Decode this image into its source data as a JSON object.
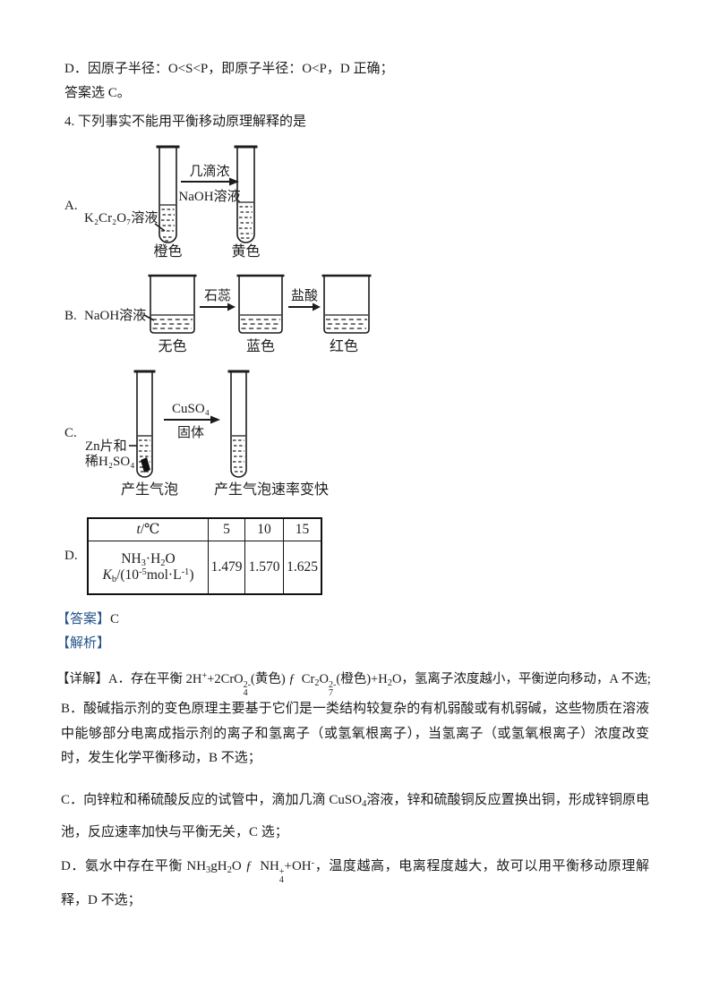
{
  "intro": {
    "line_d": "D．因原子半径：O<S<P，即原子半径：O<P，D 正确；",
    "line_answer": "答案选 C。",
    "question": "4. 下列事实不能用平衡移动原理解释的是"
  },
  "optionA": {
    "label": "A.",
    "reagent": "K₂Cr₂O₇溶液",
    "arrow_top": "几滴浓",
    "arrow_bottom": "NaOH溶液",
    "cap1": "橙色",
    "cap2": "黄色"
  },
  "optionB": {
    "label": "B.",
    "reagent": "NaOH溶液",
    "arrow1": "石蕊",
    "arrow2": "盐酸",
    "cap1": "无色",
    "cap2": "蓝色",
    "cap3": "红色"
  },
  "optionC": {
    "label": "C.",
    "reagent1": "Zn片和",
    "reagent2": "稀H₂SO₄",
    "arrow_top": "CuSO₄",
    "arrow_bottom": "固体",
    "cap1": "产生气泡",
    "cap2": "产生气泡速率变快"
  },
  "optionD": {
    "label": "D.",
    "table": {
      "header_label_html": "<i>t</i>/℃",
      "h1": "5",
      "h2": "10",
      "h3": "15",
      "row_label_html": "NH<sub>3</sub>·H<sub>2</sub>O<br><i>K</i><sub>b</sub>/(10<sup>-5</sup>mol·L<sup>-1</sup>)",
      "v1": "1.479",
      "v2": "1.570",
      "v3": "1.625"
    }
  },
  "answer": {
    "label": "【答案】",
    "value": "C"
  },
  "analysis": {
    "label": "【解析】"
  },
  "detail": {
    "label": "【详解】",
    "a_html": "A．存在平衡 2H<sup>+</sup>+2CrO<span class=\"ss\"><span>2-</span><span>4</span></span>(黄色) <i>ƒ</i>&nbsp; Cr<sub>2</sub>O<span class=\"ss\"><span>2-</span><span>7</span></span>(橙色)+H<sub>2</sub>O，氢离子浓度越小，平衡逆向移动，A 不选;",
    "b": "B．酸碱指示剂的变色原理主要基于它们是一类结构较复杂的有机弱酸或有机弱碱，这些物质在溶液中能够部分电离成指示剂的离子和氢离子（或氢氧根离子），当氢离子（或氢氧根离子）浓度改变时，发生化学平衡移动，B 不选；",
    "c_html": "C．向锌粒和稀硫酸反应的试管中，滴加几滴 CuSO<sub>4</sub>溶液，锌和硫酸铜反应置换出铜，形成锌铜原电池，反应速率加快与平衡无关，C 选；",
    "d_html": "D．氨水中存在平衡 NH<sub>3</sub>gH<sub>2</sub>O <i>ƒ</i>&nbsp; NH<span class=\"ss\"><span>+</span><span>4</span></span>+OH<sup>-</sup>，温度越高，电离程度越大，故可以用平衡移动原理解释，D 不选；"
  }
}
